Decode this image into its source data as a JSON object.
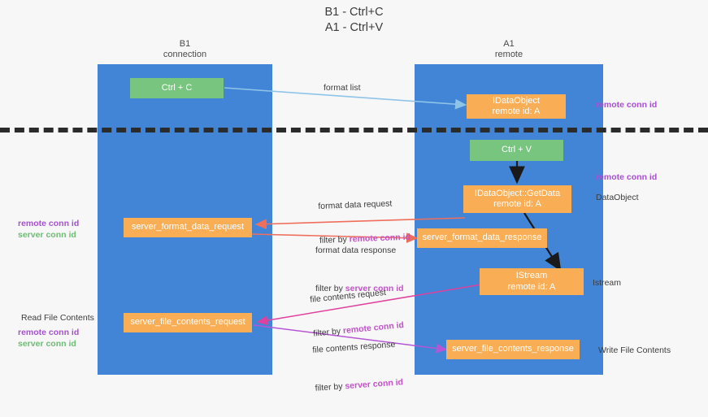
{
  "title": "B1 - Ctrl+C\nA1 - Ctrl+V",
  "lanes": [
    {
      "id": "b1",
      "title": "B1\nconnection"
    },
    {
      "id": "a1",
      "title": "A1\nremote"
    }
  ],
  "boxes": {
    "ctrl_c": "Ctrl + C",
    "ctrl_v": "Ctrl + V",
    "idataobject_remote": "IDataObject\nremote id: A",
    "idataobject_getdata": "IDataObject::GetData\nremote id: A",
    "istream_remote": "IStream\nremote id: A",
    "server_format_data_request": "server_format_data_request",
    "server_format_data_response": "server_format_data_response",
    "server_file_contents_request": "server_file_contents_request",
    "server_file_contents_response": "server_file_contents_response"
  },
  "edges": {
    "format_list": "format list",
    "format_data_request_l1": "format data request",
    "format_data_request_l2a": "filter by ",
    "format_data_request_l2b": "remote conn id",
    "format_data_response_l1": "format data response",
    "format_data_response_l2a": "filter by ",
    "format_data_response_l2b": "server conn id",
    "file_contents_request_l1": "file contents request",
    "file_contents_request_l2a": "filter by ",
    "file_contents_request_l2b": "remote conn id",
    "file_contents_response_l1": "file contents response",
    "file_contents_response_l2a": "filter by ",
    "file_contents_response_l2b": "server conn id"
  },
  "notes": {
    "right_remote_conn_id_top": "remote conn id",
    "right_remote_conn_id_mid": "remote conn id",
    "right_dataobject": "DataObject",
    "right_istream": "Istream",
    "right_write_file_contents": "Write File Contents",
    "left_remote_conn_id": "remote conn id",
    "left_server_conn_id": "server conn id",
    "left_read_file_contents": "Read File Contents",
    "left_remote_conn_id_2": "remote conn id",
    "left_server_conn_id_2": "server conn id"
  },
  "colors": {
    "lane": "#4285d6",
    "box_green": "#77c57e",
    "box_orange": "#f9ad54",
    "background": "#f7f7f7",
    "divider": "#2b2b2b",
    "accent_purple": "#a84fd0",
    "accent_green": "#6fbb76",
    "arrow_blue": "#8ec4e8",
    "arrow_red": "#ef6e5c",
    "arrow_magenta": "#e0419f",
    "arrow_violet": "#b556d6",
    "arrow_black": "#1a1a1a"
  }
}
